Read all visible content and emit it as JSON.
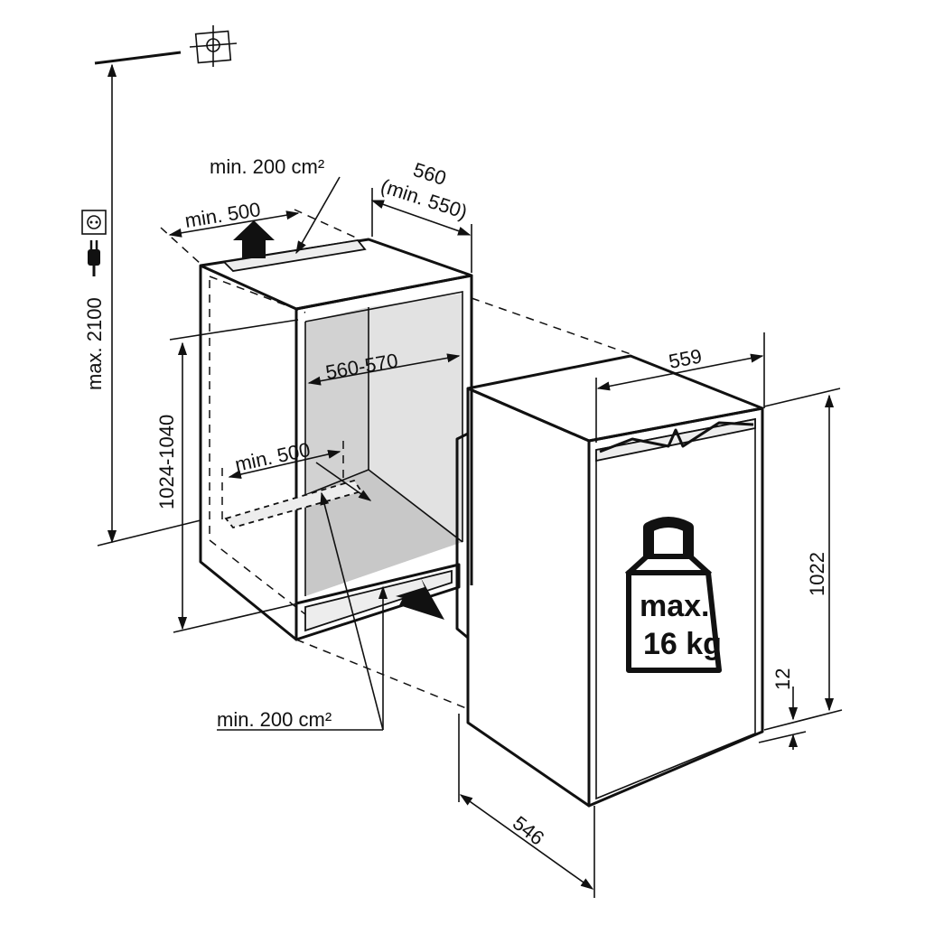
{
  "labels": {
    "max_height": "max. 2100",
    "niche_height": "1024-1040",
    "top_vent_width": "min. 500",
    "top_vent_area": "min. 200 cm²",
    "niche_depth": "560",
    "niche_depth_min": "(min. 550)",
    "niche_width": "560-570",
    "bottom_vent_width": "min. 500",
    "bottom_vent_area": "min. 200 cm²",
    "appliance_width": "559",
    "appliance_height": "1022",
    "appliance_depth": "546",
    "plinth_offset": "12",
    "max_load_line1": "max.",
    "max_load_line2": "16 kg"
  },
  "icons": [
    "wall-anchor-icon",
    "power-socket-icon",
    "power-plug-icon",
    "weight-icon"
  ],
  "colors": {
    "stroke": "#111111",
    "shade": "#d6d6d6",
    "shade_light": "#e6e6e6",
    "hatch": "#ededed"
  }
}
